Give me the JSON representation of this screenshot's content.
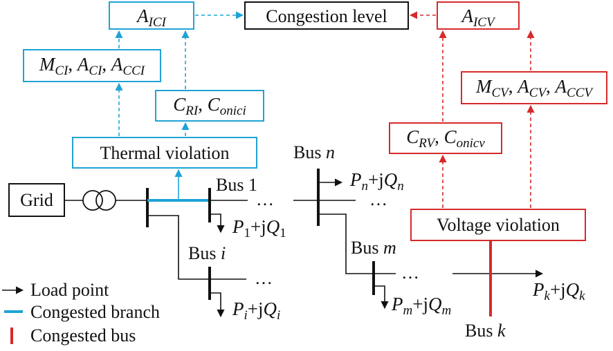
{
  "center": {
    "label": "Congestion level"
  },
  "thermal": {
    "aici": {
      "base": "A",
      "sub": "ICI"
    },
    "metrics": [
      {
        "base": "M",
        "sub": "CI",
        "sep": ", "
      },
      {
        "base": "A",
        "sub": "CI",
        "sep": ", "
      },
      {
        "base": "A",
        "sub": "CCI",
        "sep": ""
      }
    ],
    "ratios": [
      {
        "base": "C",
        "sub": "RI",
        "sep": ", "
      },
      {
        "base": "C",
        "sub": "onici",
        "sep": ""
      }
    ],
    "violation": "Thermal violation"
  },
  "voltage": {
    "aicv": {
      "base": "A",
      "sub": "ICV"
    },
    "metrics": [
      {
        "base": "M",
        "sub": "CV",
        "sep": ", "
      },
      {
        "base": "A",
        "sub": "CV",
        "sep": ", "
      },
      {
        "base": "A",
        "sub": "CCV",
        "sep": ""
      }
    ],
    "ratios": [
      {
        "base": "C",
        "sub": "RV",
        "sep": ", "
      },
      {
        "base": "C",
        "sub": "onicv",
        "sep": ""
      }
    ],
    "violation": "Voltage violation"
  },
  "grid": {
    "label": "Grid"
  },
  "buses": {
    "bus1": {
      "word": "Bus",
      "id": "1"
    },
    "busi": {
      "word": "Bus",
      "id": "i"
    },
    "busn": {
      "word": "Bus",
      "id": "n"
    },
    "busm": {
      "word": "Bus",
      "id": "m"
    },
    "busk": {
      "word": "Bus",
      "id": "k"
    }
  },
  "loads": {
    "l1": {
      "P": "P",
      "ps": "1",
      "mid": "+j",
      "Q": "Q",
      "qs": "1"
    },
    "li": {
      "P": "P",
      "ps": "i",
      "mid": "+j",
      "Q": "Q",
      "qs": "i"
    },
    "ln": {
      "P": "P",
      "ps": "n",
      "mid": "+j",
      "Q": "Q",
      "qs": "n"
    },
    "lm": {
      "P": "P",
      "ps": "m",
      "mid": "+j",
      "Q": "Q",
      "qs": "m"
    },
    "lk": {
      "P": "P",
      "ps": "k",
      "mid": "+j",
      "Q": "Q",
      "qs": "k"
    }
  },
  "ellipsis": "…",
  "legend": {
    "load_point": "Load point",
    "congested_branch": "Congested branch",
    "congested_bus": "Congested bus"
  },
  "colors": {
    "thermal": "#1fa3d6",
    "voltage": "#d62a2a",
    "text": "#111111"
  },
  "icons": {
    "transformer": "two-circle-transformer",
    "load": "arrow-right",
    "branch": "cyan-line",
    "bus": "red-bar"
  }
}
